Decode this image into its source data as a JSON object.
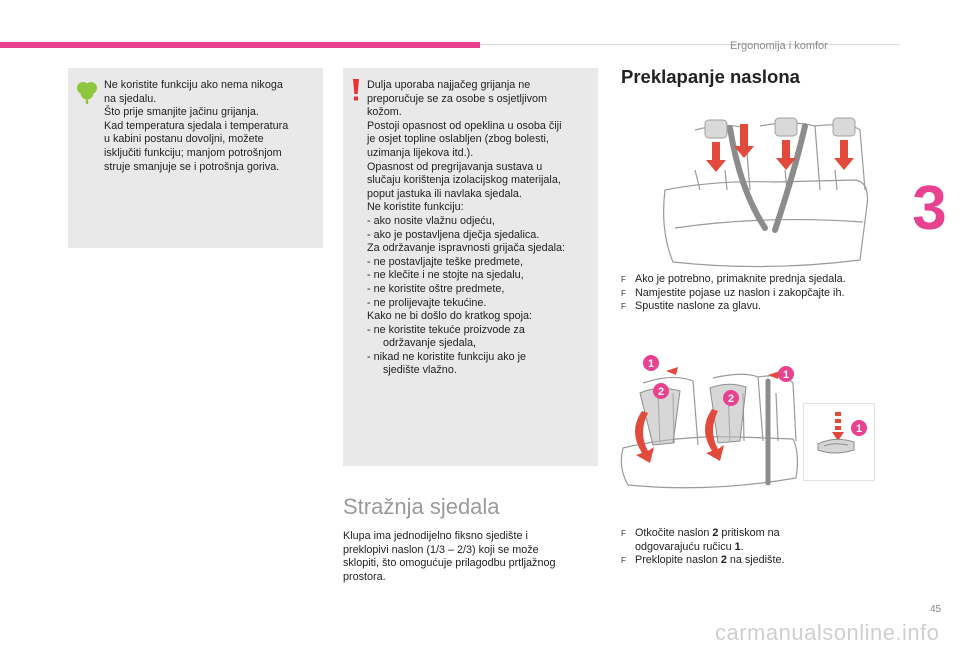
{
  "header": {
    "section_title": "Ergonomija i komfor",
    "chapter_number": "3"
  },
  "eco_note": {
    "icon": "eco-tree-icon",
    "lines": [
      "Ne koristite funkciju ako nema nikoga",
      "na sjedalu.",
      "Što prije smanjite jačinu grijanja.",
      "Kad temperatura sjedala i temperatura",
      "u kabini postanu dovoljni, možete",
      "isključiti funkciju; manjom potrošnjom",
      "struje smanjuje se i potrošnja goriva."
    ]
  },
  "warning_note": {
    "icon": "exclamation-warning-icon",
    "lines": [
      "Dulja uporaba najjačeg grijanja ne",
      "preporučuje se za osobe s osjetljivom",
      "kožom.",
      "Postoji opasnost od opeklina u osoba čiji",
      "je osjet topline oslabljen (zbog bolesti,",
      "uzimanja lijekova itd.).",
      "Opasnost od pregrijavanja sustava u",
      "slučaju korištenja izolacijskog materijala,",
      "poput jastuka ili navlaka sjedala.",
      "Ne koristite funkciju:",
      "-   ako nosite vlažnu odjeću,",
      "-   ako je postavljena dječja sjedalica.",
      "Za održavanje ispravnosti grijača sjedala:",
      "-   ne postavljajte teške predmete,",
      "-   ne klečite i ne stojte na sjedalu,",
      "-   ne koristite oštre predmete,",
      "-   ne prolijevajte tekućine.",
      "Kako ne bi došlo do kratkog spoja:",
      "-   ne koristite tekuće proizvode za",
      "održavanje sjedala,",
      "-   nikad ne koristite funkciju ako je",
      "sjedište vlažno."
    ]
  },
  "rear_seats": {
    "title": "Stražnja sjedala",
    "lines": [
      "Klupa ima jednodijelno fiksno sjedište i",
      "preklopivi naslon (1/3 – 2/3) koji se može",
      "sklopiti, što omogućuje prilagodbu prtljažnog",
      "prostora."
    ]
  },
  "folding": {
    "title": "Preklapanje naslona",
    "steps_1": [
      "Ako je potrebno, primaknite prednja sjedala.",
      "Namjestite pojase uz naslon i zakopčajte ih.",
      "Spustite naslone za glavu."
    ],
    "step_2a_pre": "Otkočite naslon ",
    "step_2a_num": "2",
    "step_2a_mid": " pritiskom na",
    "step_2a_cont_pre": "odgovarajuću ručicu ",
    "step_2a_cont_num": "1",
    "step_2a_cont_post": ".",
    "step_2b_pre": "Preklopite naslon ",
    "step_2b_num": "2",
    "step_2b_post": " na sjedište.",
    "bullet_marker": "F",
    "callouts": [
      "1",
      "2",
      "1",
      "2",
      "1"
    ],
    "accent_color": "#e8418f",
    "arrow_color": "#e24a3c"
  },
  "footer": {
    "page_number": "45",
    "watermark": "carmanualsonline.info"
  }
}
